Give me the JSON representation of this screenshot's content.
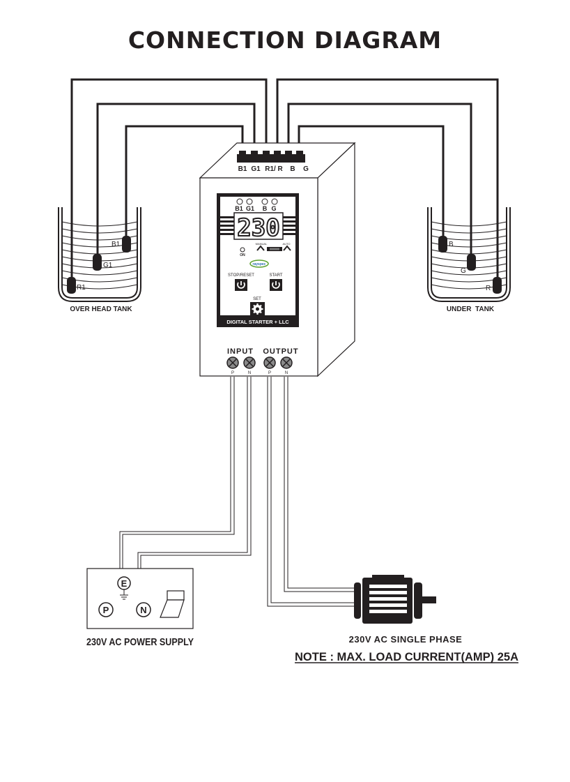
{
  "title": "CONNECTION DIAGRAM",
  "terminals_top": [
    "B1",
    "G1",
    "R1/ R",
    "B",
    "G"
  ],
  "panel": {
    "led_labels": [
      "B1",
      "G1",
      "B",
      "G"
    ],
    "display_value": "230",
    "mode_labels": [
      "MANUAL",
      "AUTO"
    ],
    "on_label": "ON",
    "brand": "rayspec",
    "stop_label": "STOP/RESET",
    "start_label": "START",
    "set_label": "SET",
    "footer": "DIGITAL STARTER + LLC"
  },
  "io": {
    "input_label": "INPUT",
    "output_label": "OUTPUT",
    "terminal_labels": [
      "P",
      "N",
      "P",
      "N"
    ]
  },
  "overhead_tank": {
    "label": "OVER HEAD TANK",
    "probes": [
      "B1",
      "G1",
      "R1"
    ]
  },
  "under_tank": {
    "label": "UNDER  TANK",
    "probes": [
      "B",
      "G",
      "R"
    ]
  },
  "power_supply": {
    "label": "230V AC POWER SUPPLY",
    "earth": "E",
    "phase": "P",
    "neutral": "N"
  },
  "motor": {
    "label": "230V AC SINGLE PHASE"
  },
  "note": "NOTE : MAX. LOAD CURRENT(AMP) 25A"
}
